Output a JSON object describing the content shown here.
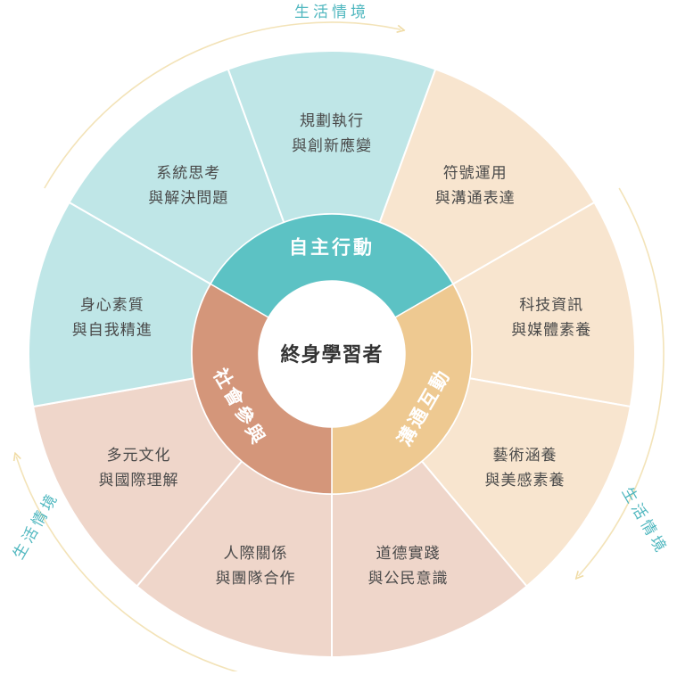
{
  "center": {
    "label": "終身學習者"
  },
  "ring": [
    {
      "label": "自主行動",
      "color": "#5cc2c4"
    },
    {
      "label": "溝通互動",
      "color": "#eec991"
    },
    {
      "label": "社會參與",
      "color": "#d4967a"
    }
  ],
  "slices": [
    {
      "line1": "系統思考",
      "line2": "與解決問題",
      "color": "#bfe6e7"
    },
    {
      "line1": "規劃執行",
      "line2": "與創新應變",
      "color": "#bfe6e7"
    },
    {
      "line1": "符號運用",
      "line2": "與溝通表達",
      "color": "#f8e5cf"
    },
    {
      "line1": "科技資訊",
      "line2": "與媒體素養",
      "color": "#f8e5cf"
    },
    {
      "line1": "藝術涵養",
      "line2": "與美感素養",
      "color": "#f8e5cf"
    },
    {
      "line1": "道德實踐",
      "line2": "與公民意識",
      "color": "#efd6ca"
    },
    {
      "line1": "人際關係",
      "line2": "與團隊合作",
      "color": "#efd6ca"
    },
    {
      "line1": "多元文化",
      "line2": "與國際理解",
      "color": "#efd6ca"
    },
    {
      "line1": "身心素質",
      "line2": "與自我精進",
      "color": "#bfe6e7"
    }
  ],
  "context": {
    "label": "生活情境",
    "text_color": "#4fb7bf",
    "arc_color": "#f3e3b8"
  }
}
